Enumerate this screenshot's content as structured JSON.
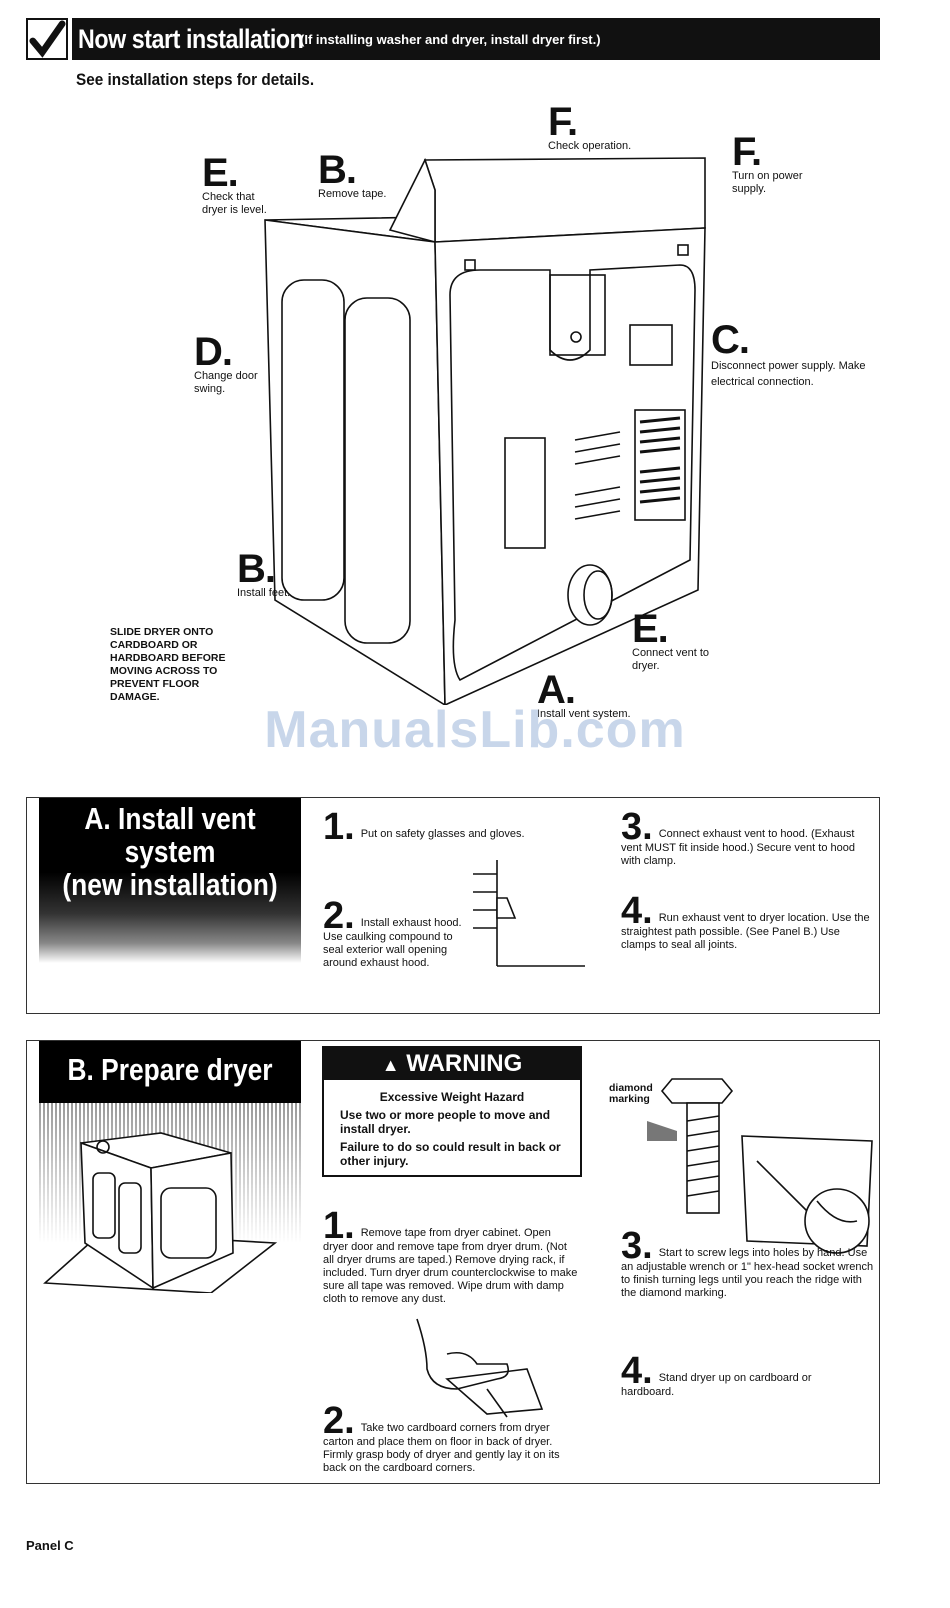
{
  "header": {
    "title": "Now start installation",
    "note": "(If installing washer and dryer, install dryer first.)",
    "subtitle": "See installation steps for details."
  },
  "diagram": {
    "callouts": [
      {
        "letter": "F.",
        "text": "Check operation."
      },
      {
        "letter": "F.",
        "text": "Turn on power supply."
      },
      {
        "letter": "E.",
        "text": "Check that dryer is level."
      },
      {
        "letter": "B.",
        "text": "Remove tape."
      },
      {
        "letter": "C.",
        "text": "Disconnect power supply. Make electrical connection."
      },
      {
        "letter": "D.",
        "text": "Change door swing."
      },
      {
        "letter": "B.",
        "text": "Install feet."
      },
      {
        "letter": "E.",
        "text": "Connect vent to dryer."
      },
      {
        "letter": "A.",
        "text": "Install vent system."
      }
    ],
    "warning_note": "SLIDE DRYER ONTO CARDBOARD OR HARDBOARD BEFORE MOVING ACROSS TO PREVENT FLOOR DAMAGE."
  },
  "watermark": "ManualsLib.com",
  "panel_a": {
    "title_lines": [
      "A. Install vent",
      "system",
      "(new installation)"
    ],
    "steps": [
      {
        "num": "1.",
        "text": "Put on safety glasses and gloves."
      },
      {
        "num": "2.",
        "text": "Install exhaust hood. Use caulking compound to seal exterior wall opening around exhaust hood."
      },
      {
        "num": "3.",
        "text": "Connect exhaust vent to hood. (Exhaust vent MUST fit inside hood.) Secure vent to hood with clamp."
      },
      {
        "num": "4.",
        "text": "Run exhaust vent to dryer location. Use the straightest path possible. (See Panel B.) Use clamps to seal all joints."
      }
    ]
  },
  "panel_b": {
    "title": "B. Prepare dryer",
    "warning": {
      "heading": "WARNING",
      "hazard": "Excessive Weight Hazard",
      "line1": "Use two or more people to move and install dryer.",
      "line2": "Failure to do so could result in back or other injury."
    },
    "diamond_label": "diamond marking",
    "steps": [
      {
        "num": "1.",
        "text": "Remove tape from dryer cabinet. Open dryer door and remove tape from dryer drum. (Not all dryer drums are taped.) Remove drying rack, if included. Turn dryer drum counterclockwise to make sure all tape was removed. Wipe drum with damp cloth to remove any dust."
      },
      {
        "num": "2.",
        "text": "Take two cardboard corners from dryer carton and place them on floor in back of dryer. Firmly grasp body of dryer and gently lay it on its back on the cardboard corners."
      },
      {
        "num": "3.",
        "text": "Start to screw legs into holes by hand. Use an adjustable wrench or 1\" hex-head socket wrench to finish turning legs until you reach the ridge with the diamond marking."
      },
      {
        "num": "4.",
        "text": "Stand dryer up on cardboard or hardboard."
      }
    ]
  },
  "footer": "Panel C"
}
